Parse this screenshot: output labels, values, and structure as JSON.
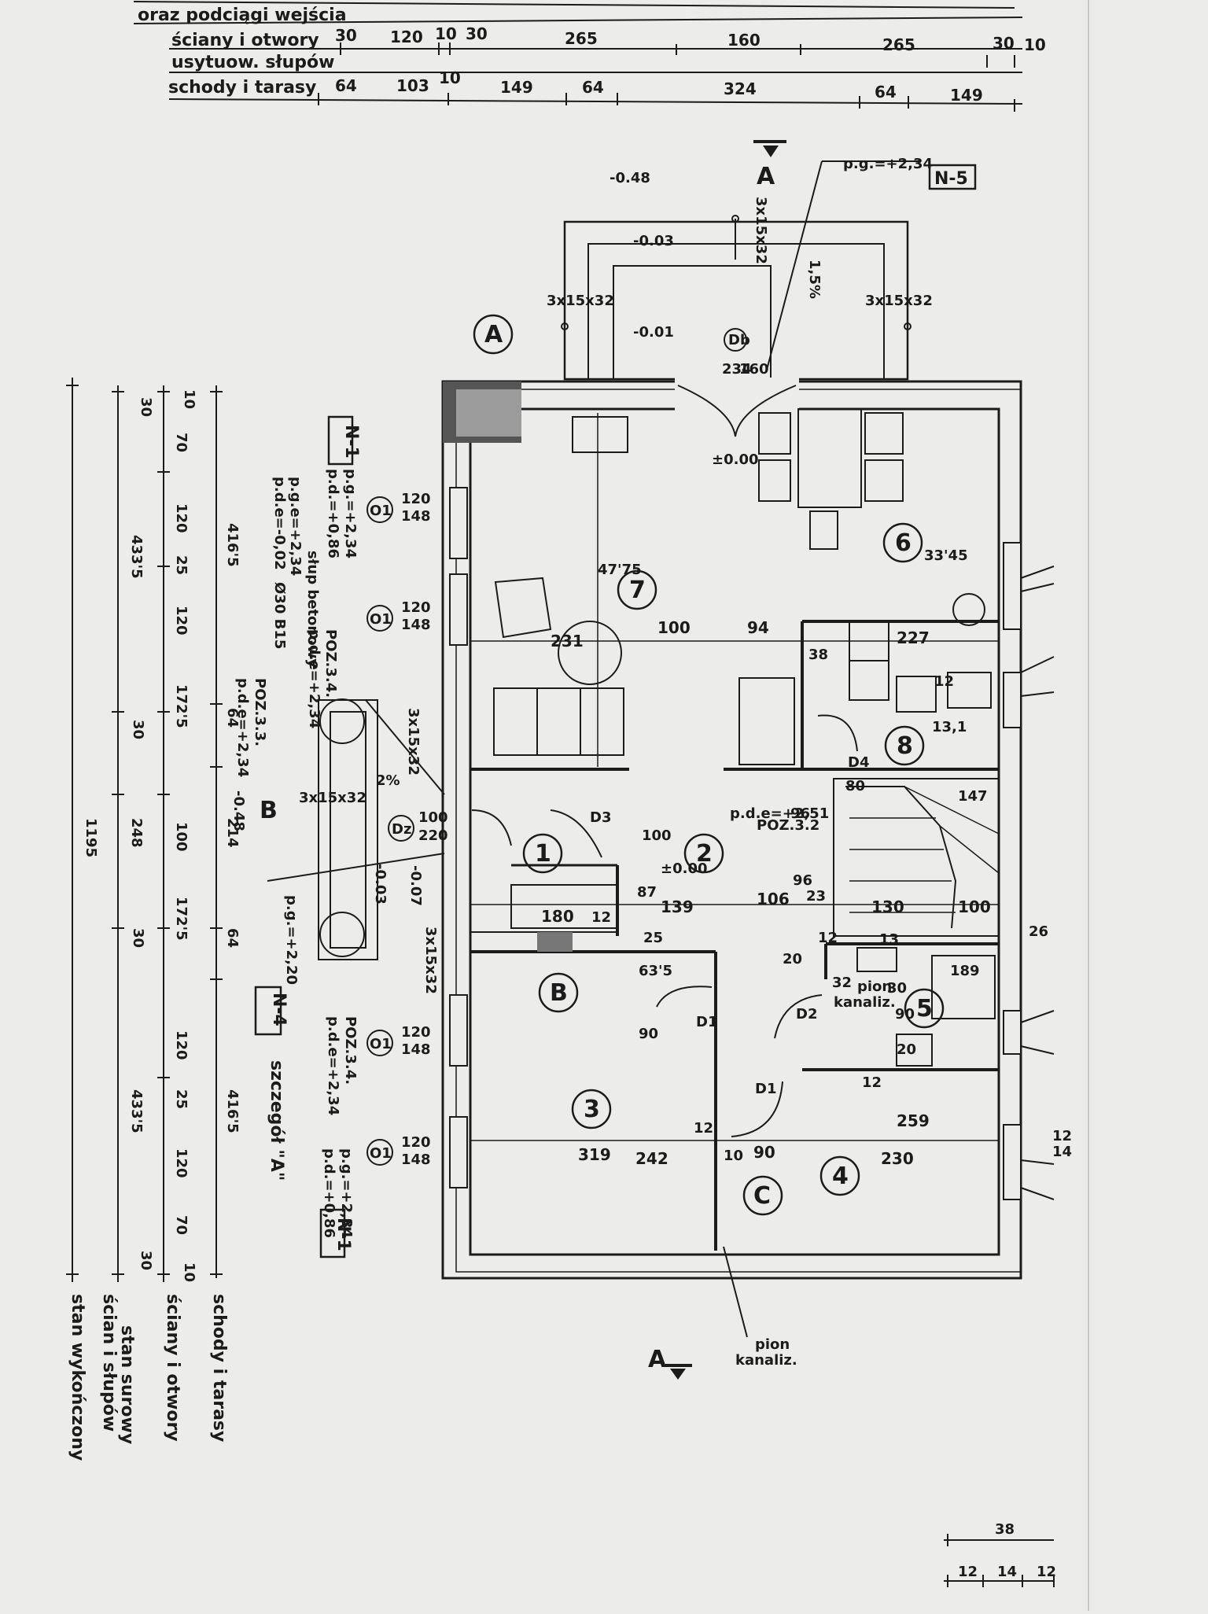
{
  "top_dims": {
    "header": "oraz podciągi wejścia",
    "rows": [
      {
        "label": "ściany i otwory",
        "values": [
          "30",
          "120",
          "10",
          "30",
          "265",
          "160",
          "265",
          "30",
          "10"
        ]
      },
      {
        "label": "usytuow. słupów",
        "values": []
      },
      {
        "label": "schody i tarasy",
        "values": [
          "64",
          "103",
          "10",
          "149",
          "64",
          "324",
          "64",
          "149"
        ]
      }
    ]
  },
  "rooms": [
    "1",
    "2",
    "3",
    "4",
    "5",
    "6",
    "7",
    "8"
  ],
  "axes": [
    "A",
    "B",
    "C"
  ],
  "section": {
    "top": "A",
    "bottom": "A",
    "side": "B"
  },
  "labels": {
    "n5": "N-5",
    "n1": "N-1",
    "n4": "N-4",
    "n1b": "N-1",
    "pg_top": "p.g.=+2,34",
    "lvl_m048": "-0.48",
    "lvl_m003": "-0.03",
    "lvl_m001": "-0.01",
    "stairs_entry_top": "3x15x32",
    "stairs_left": "3x15x32",
    "stairs_right": "3x15x32",
    "slope_15": "1,5%",
    "door_db": "Db",
    "door_db_w": "160",
    "door_db_h": "234",
    "lvl_000a": "±0.00",
    "d7_len": "47'75",
    "d7_231": "231",
    "d7_100": "100",
    "d7_94": "94",
    "d6_3345": "33'45",
    "d6_227": "227",
    "d8_38": "38",
    "d8_12": "12",
    "d8_131": "13,1",
    "d4": "D4",
    "d4_80": "80",
    "d2_147": "147",
    "d2_96a": "96",
    "d2_96b": "96",
    "d2_106": "106",
    "d2_23": "23",
    "d2_130": "130",
    "d2_100b": "100",
    "d2_26": "26",
    "poz32": "POZ.3.2",
    "pde251": "p.d.e=+2,51",
    "d3": "D3",
    "d3_100": "100",
    "lvl_000b": "±0.00",
    "d2_87": "87",
    "d2_139": "139",
    "d1_180": "180",
    "d1_12": "12",
    "d1_25": "25",
    "d2_6350": "63'5",
    "d3_90": "90",
    "d1a": "D1",
    "d1b": "D1",
    "d2lbl": "D2",
    "pion": "pion",
    "kanaliz": "kanaliz.",
    "d3_319": "319",
    "d3_242": "242",
    "d3_12": "12",
    "d4_10": "10",
    "d4_90": "90",
    "d4_259": "259",
    "d4_230": "230",
    "d5_189": "189",
    "d5_32": "32",
    "d5_30": "30",
    "d5_90": "90",
    "d5_20": "20",
    "d5_12": "12",
    "d5_13": "13",
    "d5_20b": "20",
    "d5_12b": "12",
    "pion2": "pion",
    "kanaliz2": "kanaliz.",
    "o1": "O1",
    "o1_120": "120",
    "o1_148": "148",
    "pg234": "p.g.=+2,34",
    "pd086": "p.d.=+0,86",
    "pge234": "p.g.e=+2,34",
    "pde002": "p.d.e=-0,02",
    "slup": "słup betonowy",
    "fi30": "Ø30 B15",
    "poz34": "POZ.3.4.",
    "pde234": "p.d.e=+2,34",
    "poz33": "POZ.3.3.",
    "pde234b": "p.d.e=+2,34",
    "slope_2": "2%",
    "dz": "Dz",
    "dz_100": "100",
    "dz_220": "220",
    "lvl_m048b": "-0.48",
    "lvl_m003b": "-0.03",
    "lvl_m007": "-0.07",
    "pg220": "p.g.=+2,20",
    "stairs_3x15": "3x15x32",
    "szczegol": "szczegół \"A\"",
    "ext_12": "12",
    "ext_14": "14"
  },
  "left_dims": {
    "row_a": [
      "10",
      "30",
      "70",
      "120",
      "25",
      "120",
      "172'5",
      "30",
      "100",
      "172'5",
      "30",
      "120",
      "25",
      "120",
      "70",
      "30",
      "10"
    ],
    "row_b": [
      "433'5",
      "248",
      "433'5"
    ],
    "row_c": [
      "416'5",
      "64",
      "214",
      "64",
      "416'5"
    ],
    "total": "1195",
    "labels": [
      "schody i tarasy",
      "ściany i otwory",
      "stan surowy",
      "ścian i słupów",
      "stan wykończony"
    ]
  },
  "legend": {
    "total": "38",
    "parts": [
      "12",
      "14",
      "12"
    ]
  }
}
